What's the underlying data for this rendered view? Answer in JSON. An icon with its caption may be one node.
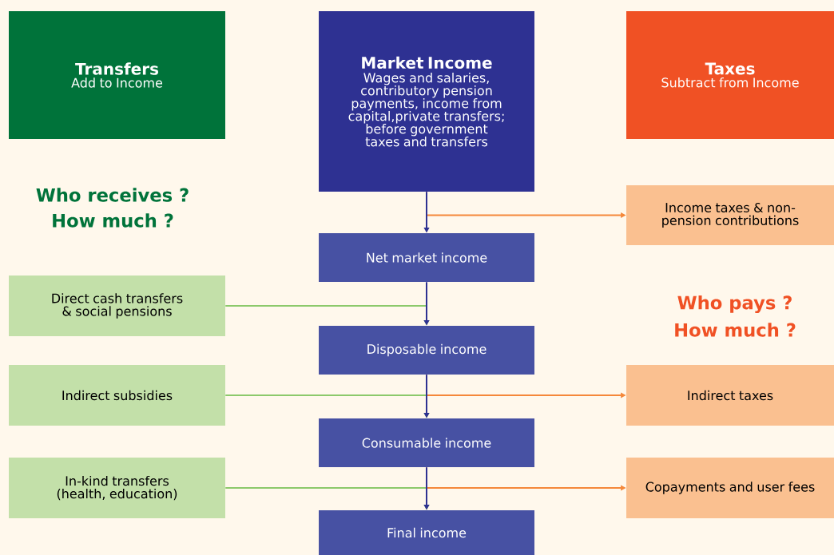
{
  "diagram": {
    "nodes": [
      {
        "text": [
          "Transfers",
          "Add to Income"
        ]
      },
      {
        "text": [
          "Market Income",
          "Wages and salaries, contributory pension payments, income from capital,private transfers; before government taxes and transfers"
        ]
      },
      {
        "text": [
          "Taxes",
          "Subtract from Income"
        ]
      },
      {
        "text": [
          "Income taxes & non-pension contributions"
        ]
      },
      {
        "text": [
          "Net market income"
        ]
      },
      {
        "text": [
          "Direct cash transfers & social pensions"
        ]
      },
      {
        "text": [
          "Disposable income"
        ]
      },
      {
        "text": [
          "Indirect subsidies"
        ]
      },
      {
        "text": [
          "Consumable income"
        ]
      },
      {
        "text": [
          "Indirect taxes"
        ]
      },
      {
        "text": [
          "In-kind transfers (health, education)"
        ]
      },
      {
        "text": [
          "Copayments and user fees"
        ]
      },
      {
        "text": [
          "Final income"
        ]
      }
    ],
    "edges": [
      {
        "from": 1,
        "to": 4,
        "arrow": "to"
      },
      {
        "from": 1,
        "to": 3,
        "arrow": "to",
        "color": "#f5883a"
      },
      {
        "from": 4,
        "to": 6,
        "arrow": "to"
      },
      {
        "from": 5,
        "to": 6,
        "arrow": "to",
        "color": "#8cc96b"
      },
      {
        "from": 6,
        "to": 8,
        "arrow": "to"
      },
      {
        "from": 7,
        "to": 8,
        "arrow": "to",
        "color": "#8cc96b"
      },
      {
        "from": 6,
        "to": 9,
        "arrow": "to",
        "color": "#f5883a"
      },
      {
        "from": 8,
        "to": 12,
        "arrow": "to"
      },
      {
        "from": 10,
        "to": 12,
        "arrow": "to",
        "color": "#8cc96b"
      },
      {
        "from": 8,
        "to": 11,
        "arrow": "to",
        "color": "#f5883a"
      }
    ],
    "labels": [
      "Who receives ?",
      "How much ?",
      "Who pays ?",
      "How much ?"
    ]
  }
}
